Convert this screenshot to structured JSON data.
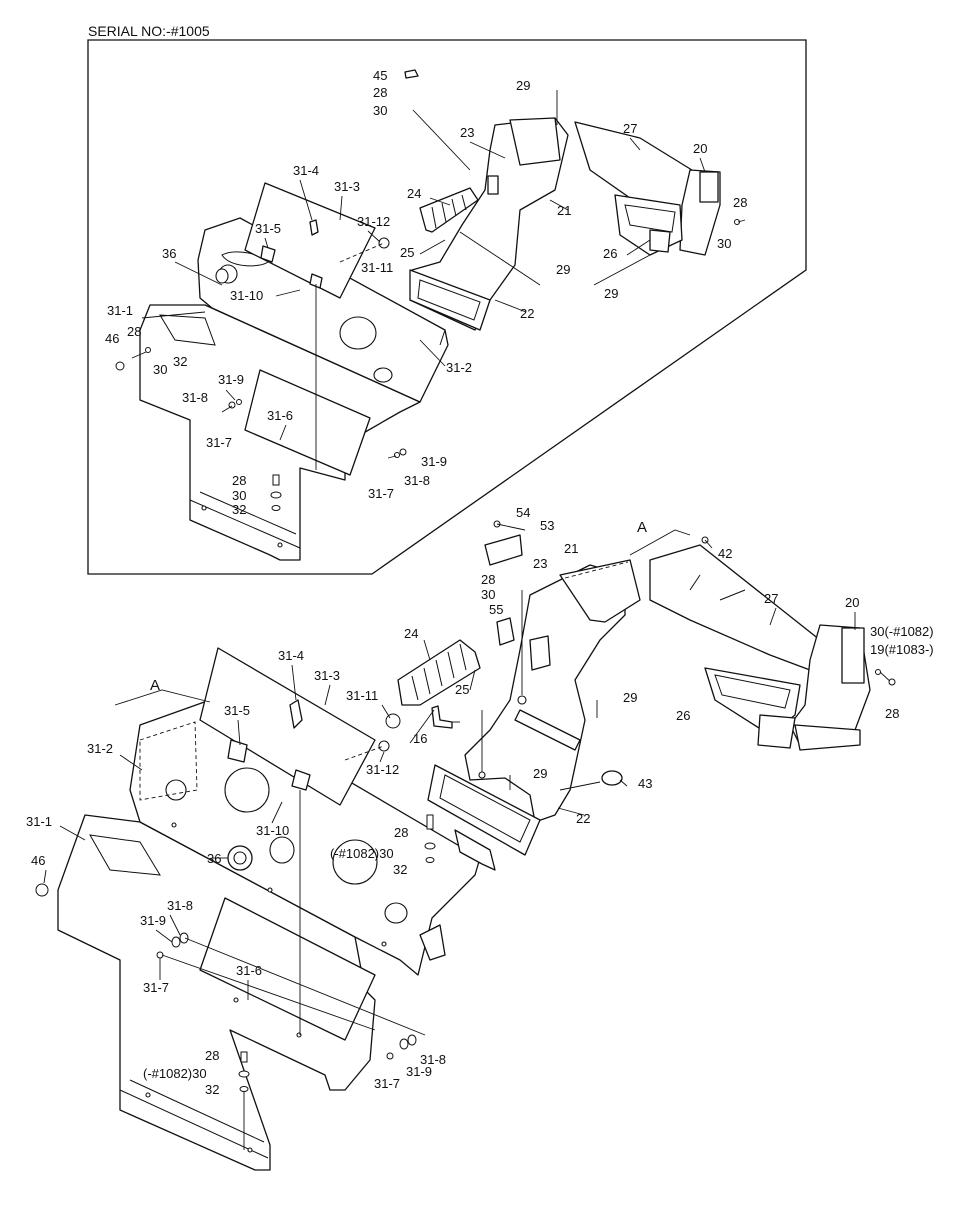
{
  "serial_header": "SERIAL NO:-#1005",
  "view_marker": "A",
  "callouts_inset": {
    "p45": "45",
    "p28a": "28",
    "p30a": "30",
    "p29a": "29",
    "p23": "23",
    "p27": "27",
    "p20": "20",
    "p24": "24",
    "p21": "21",
    "p28b": "28",
    "p30b": "30",
    "p25": "25",
    "p26": "26",
    "p29b": "29",
    "p29c": "29",
    "p22": "22",
    "p31_4": "31-4",
    "p31_3": "31-3",
    "p31_12": "31-12",
    "p31_5": "31-5",
    "p31_11": "31-11",
    "p36": "36",
    "p31_10": "31-10",
    "p31_1": "31-1",
    "p28c": "28",
    "p46": "46",
    "p32a": "32",
    "p30c": "30",
    "p31_2": "31-2",
    "p31_9a": "31-9",
    "p31_8a": "31-8",
    "p31_6": "31-6",
    "p31_7a": "31-7",
    "p31_9b": "31-9",
    "p28d": "28",
    "p31_8b": "31-8",
    "p30d": "30",
    "p31_7b": "31-7",
    "p32b": "32"
  },
  "callouts_main": {
    "p54": "54",
    "p53": "53",
    "p21": "21",
    "p42": "42",
    "p23": "23",
    "p28a": "28",
    "p30a": "30",
    "p27": "27",
    "p20": "20",
    "p30_note": "30(-#1082)",
    "p19_note": "19(#1083-)",
    "p55": "55",
    "p24": "24",
    "p25": "25",
    "p29a": "29",
    "p26": "26",
    "p28b": "28",
    "p16": "16",
    "p29b": "29",
    "p43": "43",
    "p22": "22",
    "p31_4": "31-4",
    "p31_3": "31-3",
    "p31_11": "31-11",
    "p31_5": "31-5",
    "p31_12": "31-12",
    "p31_2": "31-2",
    "p31_10": "31-10",
    "p28c": "28",
    "p30_note2": "(-#1082)30",
    "p32a": "32",
    "p31_1": "31-1",
    "p36": "36",
    "p46": "46",
    "p31_8a": "31-8",
    "p31_9a": "31-9",
    "p31_7a": "31-7",
    "p31_6": "31-6",
    "p28d": "28",
    "p30_note3": "(-#1082)30",
    "p32b": "32",
    "p31_8b": "31-8",
    "p31_7b": "31-7",
    "p31_9b": "31-9"
  }
}
